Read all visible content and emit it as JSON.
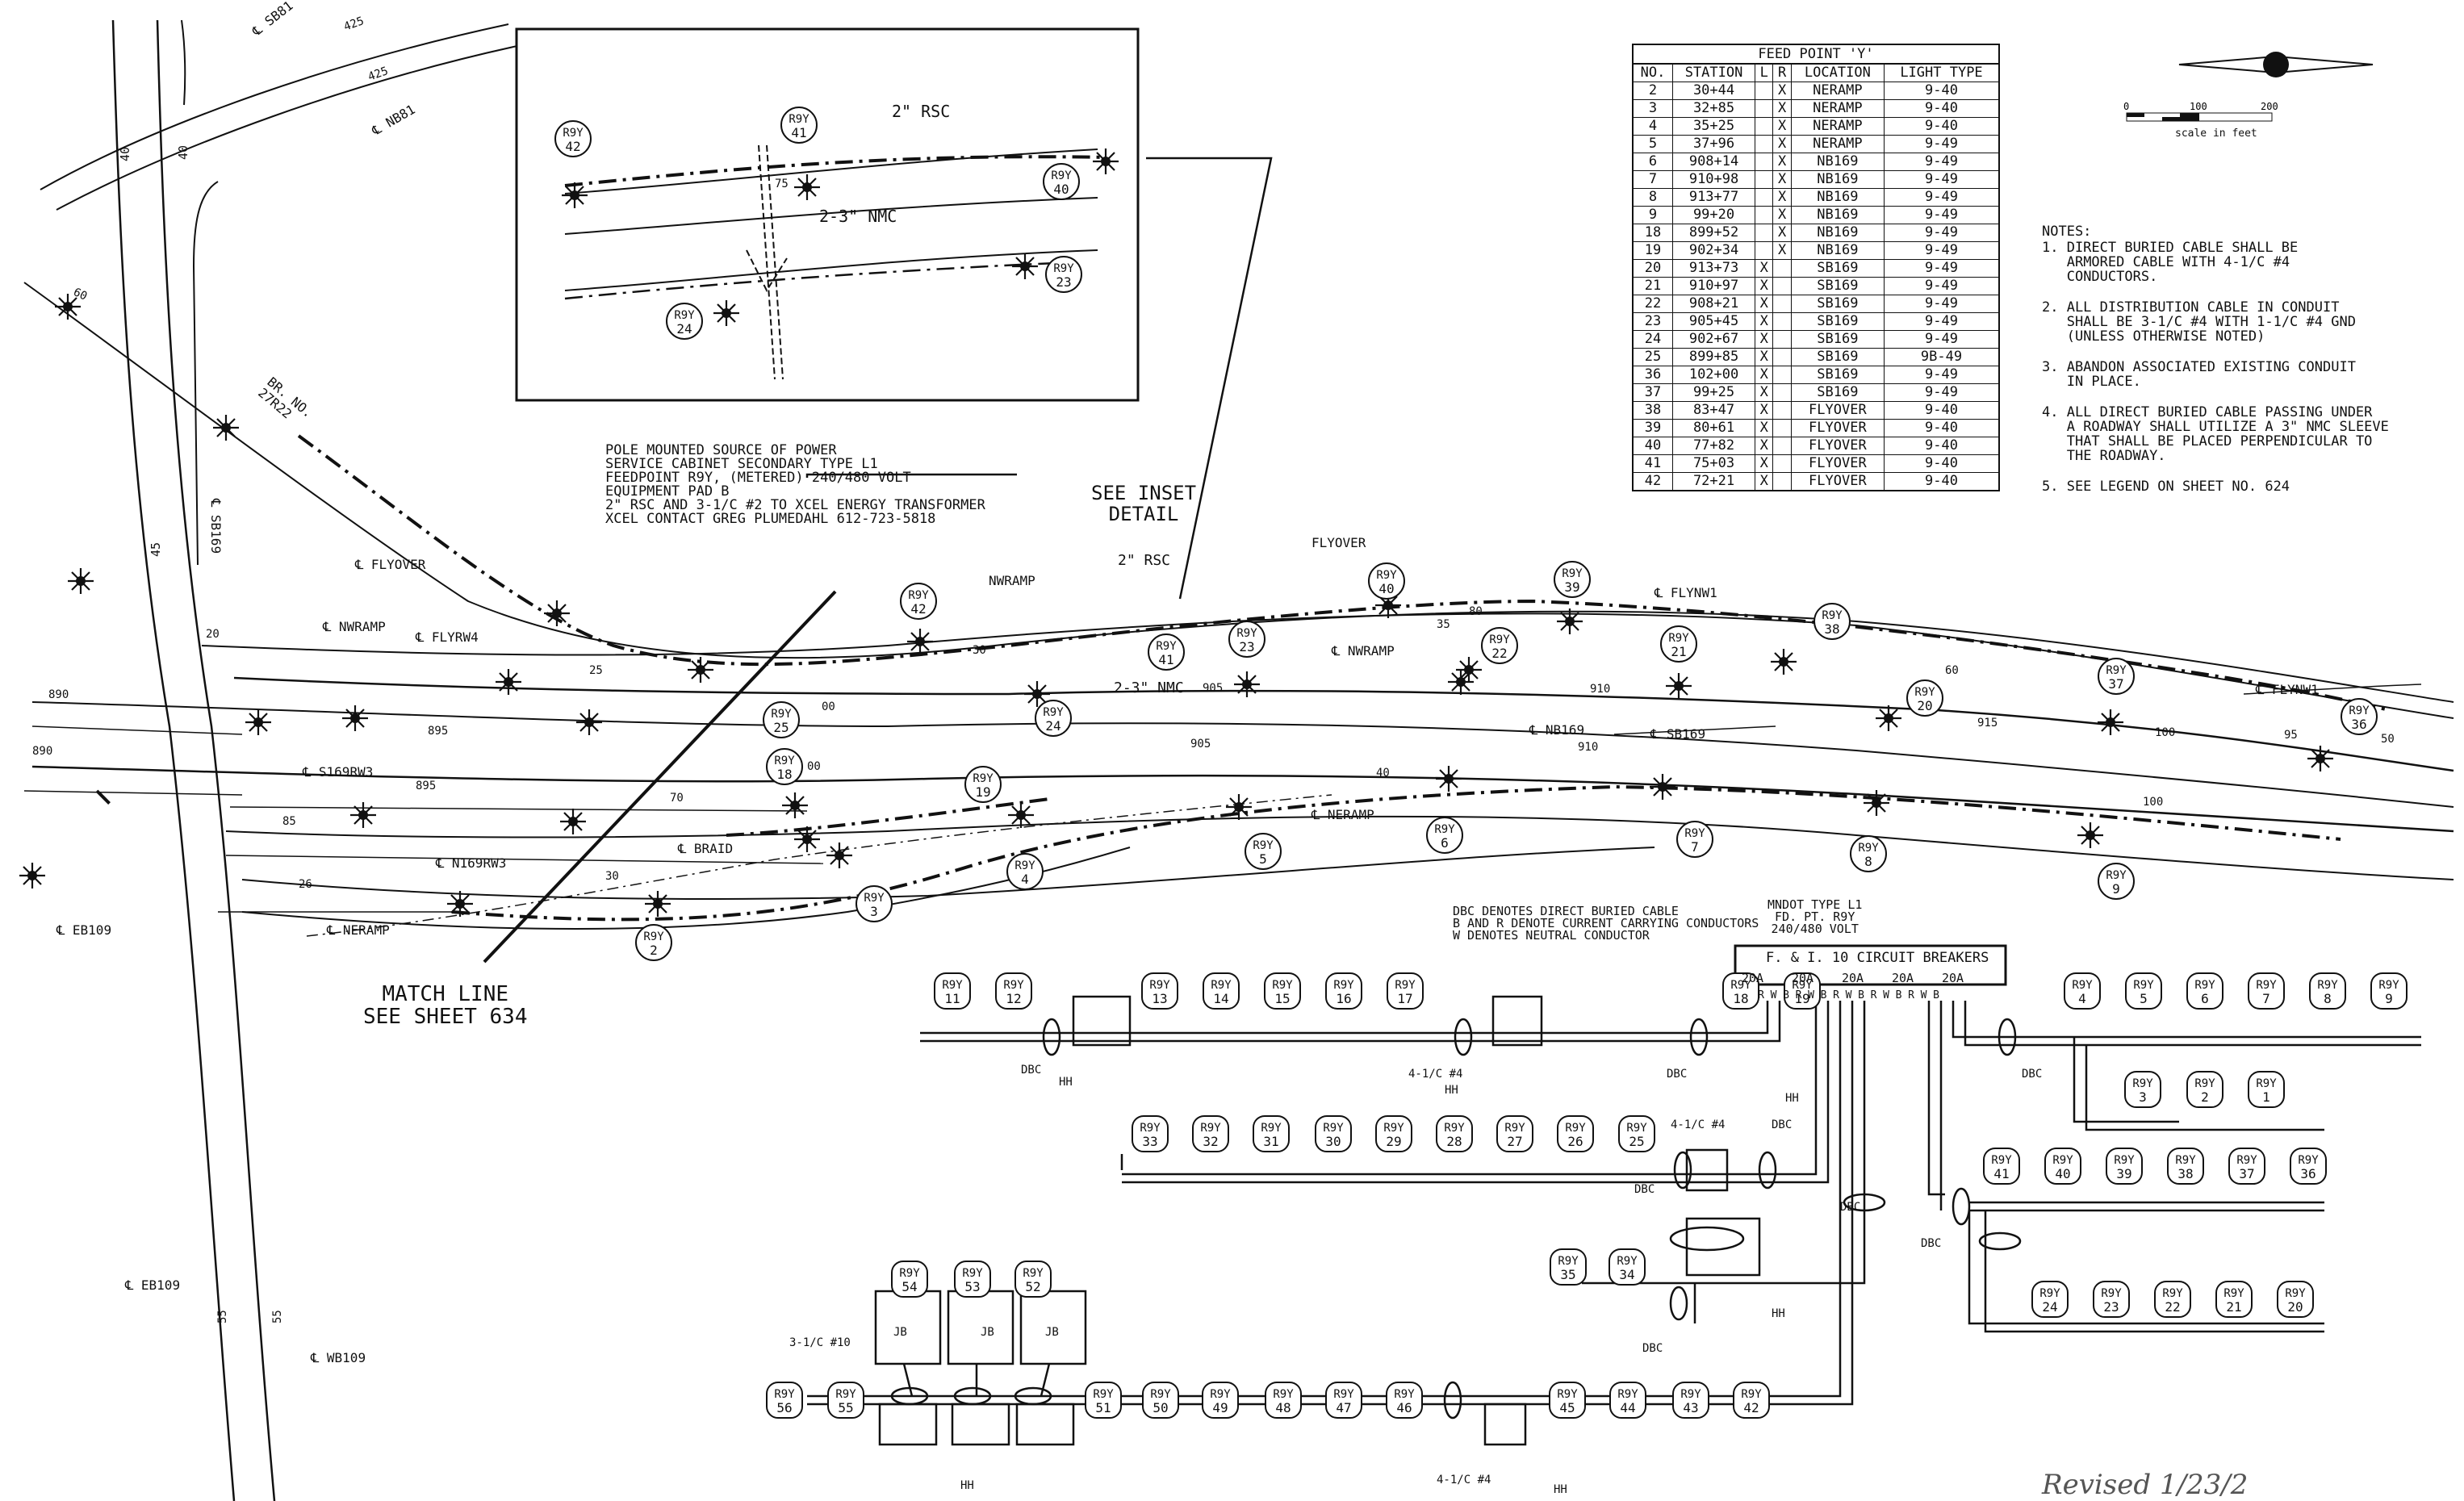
{
  "feed_table": {
    "caption": "FEED POINT 'Y'",
    "headers": [
      "NO.",
      "STATION",
      "L",
      "R",
      "LOCATION",
      "LIGHT TYPE"
    ],
    "rows": [
      [
        "2",
        "30+44",
        "",
        "X",
        "NERAMP",
        "9-40"
      ],
      [
        "3",
        "32+85",
        "",
        "X",
        "NERAMP",
        "9-40"
      ],
      [
        "4",
        "35+25",
        "",
        "X",
        "NERAMP",
        "9-40"
      ],
      [
        "5",
        "37+96",
        "",
        "X",
        "NERAMP",
        "9-49"
      ],
      [
        "6",
        "908+14",
        "",
        "X",
        "NB169",
        "9-49"
      ],
      [
        "7",
        "910+98",
        "",
        "X",
        "NB169",
        "9-49"
      ],
      [
        "8",
        "913+77",
        "",
        "X",
        "NB169",
        "9-49"
      ],
      [
        "9",
        "99+20",
        "",
        "X",
        "NB169",
        "9-49"
      ],
      [
        "18",
        "899+52",
        "",
        "X",
        "NB169",
        "9-49"
      ],
      [
        "19",
        "902+34",
        "",
        "X",
        "NB169",
        "9-49"
      ],
      [
        "20",
        "913+73",
        "X",
        "",
        "SB169",
        "9-49"
      ],
      [
        "21",
        "910+97",
        "X",
        "",
        "SB169",
        "9-49"
      ],
      [
        "22",
        "908+21",
        "X",
        "",
        "SB169",
        "9-49"
      ],
      [
        "23",
        "905+45",
        "X",
        "",
        "SB169",
        "9-49"
      ],
      [
        "24",
        "902+67",
        "X",
        "",
        "SB169",
        "9-49"
      ],
      [
        "25",
        "899+85",
        "X",
        "",
        "SB169",
        "9B-49"
      ],
      [
        "36",
        "102+00",
        "X",
        "",
        "SB169",
        "9-49"
      ],
      [
        "37",
        "99+25",
        "X",
        "",
        "SB169",
        "9-49"
      ],
      [
        "38",
        "83+47",
        "X",
        "",
        "FLYOVER",
        "9-40"
      ],
      [
        "39",
        "80+61",
        "X",
        "",
        "FLYOVER",
        "9-40"
      ],
      [
        "40",
        "77+82",
        "X",
        "",
        "FLYOVER",
        "9-40"
      ],
      [
        "41",
        "75+03",
        "X",
        "",
        "FLYOVER",
        "9-40"
      ],
      [
        "42",
        "72+21",
        "X",
        "",
        "FLYOVER",
        "9-40"
      ]
    ]
  },
  "scale": {
    "ticks": [
      "0",
      "100",
      "200"
    ],
    "label": "scale in feet"
  },
  "notes": {
    "heading": "NOTES:",
    "items": [
      "1. DIRECT BURIED CABLE SHALL BE\n   ARMORED CABLE WITH 4-1/C #4\n   CONDUCTORS.",
      "2. ALL DISTRIBUTION CABLE IN CONDUIT\n   SHALL BE 3-1/C #4 WITH 1-1/C #4 GND\n   (UNLESS OTHERWISE NOTED)",
      "3. ABANDON ASSOCIATED EXISTING CONDUIT\n   IN PLACE.",
      "4. ALL DIRECT BURIED CABLE PASSING UNDER\n   A ROADWAY SHALL UTILIZE A 3\" NMC SLEEVE\n   THAT SHALL BE PLACED PERPENDICULAR TO\n   THE ROADWAY.",
      "5. SEE LEGEND ON SHEET NO. 624"
    ]
  },
  "power_source": "POLE MOUNTED SOURCE OF POWER\nSERVICE CABINET SECONDARY TYPE L1\nFEEDPOINT R9Y, (METERED) 240/480 VOLT\nEQUIPMENT PAD B\n2\" RSC AND 3-1/C #2 TO XCEL ENERGY TRANSFORMER\nXCEL CONTACT GREG PLUMEDAHL 612-723-5818",
  "see_inset": "SEE INSET\nDETAIL",
  "match_line": "MATCH LINE\nSEE SHEET 634",
  "dbc_legend": "DBC DENOTES DIRECT BURIED CABLE\nB AND R DENOTE CURRENT CARRYING CONDUCTORS\nW DENOTES NEUTRAL CONDUCTOR",
  "mndot": "MNDOT TYPE L1\nFD. PT. R9Y\n240/480 VOLT",
  "breaker_title": "F. & I. 10 CIRCUIT BREAKERS",
  "breaker_ratings": [
    "20A",
    "20A",
    "20A",
    "20A",
    "20A"
  ],
  "breaker_terms": [
    "R",
    "W",
    "B",
    "R",
    "W",
    "B",
    "R",
    "W",
    "B",
    "R",
    "W",
    "B",
    "R",
    "W",
    "B"
  ],
  "wire_labels": {
    "dbc": "DBC",
    "hh": "HH",
    "jb": "JB",
    "c4": "4-1/C #4",
    "c10": "3-1/C #10"
  },
  "roads": {
    "sb81": "℄ SB81",
    "nb81": "℄ NB81",
    "br": "BR. NO.\n27R22",
    "sb169v": "℄ SB169",
    "flyover": "℄ FLYOVER",
    "nwramp": "℄ NWRAMP",
    "flyrw4": "℄ FLYRW4",
    "s169rw3": "℄ S169RW3",
    "braid": "℄ BRAID",
    "n169rw3": "℄ N169RW3",
    "neramp": "℄ NERAMP",
    "eb109a": "℄ EB109",
    "eb109b": "℄ EB109",
    "wb109": "℄ WB109",
    "flyover2": "FLYOVER",
    "nwramp2": "NWRAMP",
    "nwramp3": "℄ NWRAMP",
    "flynw1a": "℄ FLYNW1",
    "flynw1b": "℄ FLYNW1",
    "nb169": "℄ NB169",
    "sb169": "℄ SB169",
    "neramp2": "℄ NERAMP",
    "rsc2a": "2\" RSC",
    "rsc2b": "2\" RSC",
    "nmc": "2-3\" NMC",
    "nmc2": "2-3\" NMC"
  },
  "stations": {
    "s425a": "425",
    "s425b": "425",
    "s40a": "40",
    "s40b": "40",
    "s60": "60",
    "s45": "45",
    "s20": "20",
    "s890a": "890",
    "s890b": "890",
    "s895a": "895",
    "s895b": "895",
    "s85": "85",
    "s30a": "30",
    "s26": "26",
    "s30b": "30",
    "s70": "70",
    "s25": "25",
    "s00a": "00",
    "s00b": "00",
    "s905a": "905",
    "s905b": "905",
    "s910a": "910",
    "s910b": "910",
    "s915": "915",
    "s100a": "100",
    "s100b": "100",
    "s95": "95",
    "s40c": "40",
    "s35": "35",
    "s55a": "55",
    "s55b": "55",
    "s80": "80",
    "s75": "75",
    "s60b": "60",
    "s50": "50"
  },
  "handwriting": "Revised 1/23/2",
  "tags": {
    "prefix": "R9Y",
    "map": [
      "42",
      "41",
      "40",
      "23",
      "24",
      "39",
      "38",
      "37",
      "36",
      "20",
      "21",
      "22",
      "25",
      "18",
      "19",
      "2",
      "3",
      "4",
      "5",
      "6",
      "7",
      "8",
      "9"
    ],
    "inset": [
      "42",
      "41",
      "40",
      "23",
      "24"
    ],
    "row1": [
      "11",
      "12",
      "13",
      "14",
      "15",
      "16",
      "17",
      "18",
      "19"
    ],
    "row1b": [
      "4",
      "5",
      "6",
      "7",
      "8",
      "9"
    ],
    "row1c": [
      "3",
      "2",
      "1"
    ],
    "row2": [
      "33",
      "32",
      "31",
      "30",
      "29",
      "28",
      "27",
      "26",
      "25"
    ],
    "row2b": [
      "41",
      "40",
      "39",
      "38",
      "37",
      "36"
    ],
    "row3": [
      "35",
      "34"
    ],
    "row3b": [
      "24",
      "23",
      "22",
      "21",
      "20"
    ],
    "jbtags": [
      "54",
      "53",
      "52"
    ],
    "row4": [
      "56",
      "55",
      "51",
      "50",
      "49",
      "48",
      "47",
      "46",
      "45",
      "44",
      "43",
      "42"
    ]
  }
}
